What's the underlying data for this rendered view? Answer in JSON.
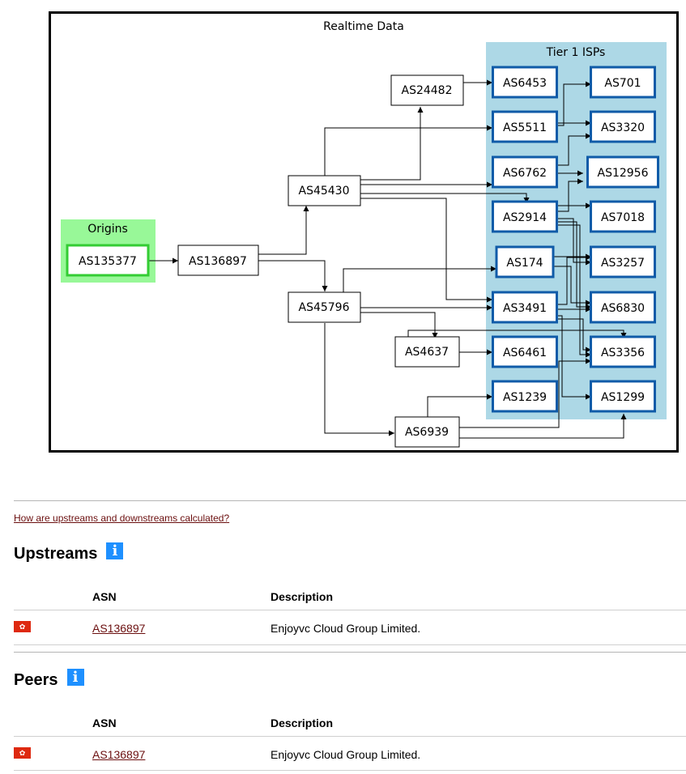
{
  "graph": {
    "title": "Realtime Data",
    "origins_label": "Origins",
    "tier1_label": "Tier 1 ISPs",
    "nodes": {
      "origin": "AS135377",
      "as136897": "AS136897",
      "as45430": "AS45430",
      "as45796": "AS45796",
      "as24482": "AS24482",
      "as4637": "AS4637",
      "as6939": "AS6939",
      "tier1_left": [
        "AS6453",
        "AS5511",
        "AS6762",
        "AS2914",
        "AS174",
        "AS3491",
        "AS6461",
        "AS1239"
      ],
      "tier1_right": [
        "AS701",
        "AS3320",
        "AS12956",
        "AS7018",
        "AS3257",
        "AS6830",
        "AS3356",
        "AS1299"
      ]
    },
    "colors": {
      "origins_bg": "#98f898",
      "origins_border": "#33cc33",
      "tier1_bg": "#add8e6",
      "tier1_border": "#105ba8"
    }
  },
  "help_link": "How are upstreams and downstreams calculated?",
  "upstreams": {
    "title": "Upstreams",
    "info_icon": "i",
    "headers": {
      "asn": "ASN",
      "description": "Description"
    },
    "rows": [
      {
        "flag": "hong-kong-flag",
        "asn": "AS136897",
        "description": "Enjoyvc Cloud Group Limited."
      }
    ]
  },
  "peers": {
    "title": "Peers",
    "info_icon": "i",
    "headers": {
      "asn": "ASN",
      "description": "Description"
    },
    "rows": [
      {
        "flag": "hong-kong-flag",
        "asn": "AS136897",
        "description": "Enjoyvc Cloud Group Limited."
      }
    ]
  }
}
